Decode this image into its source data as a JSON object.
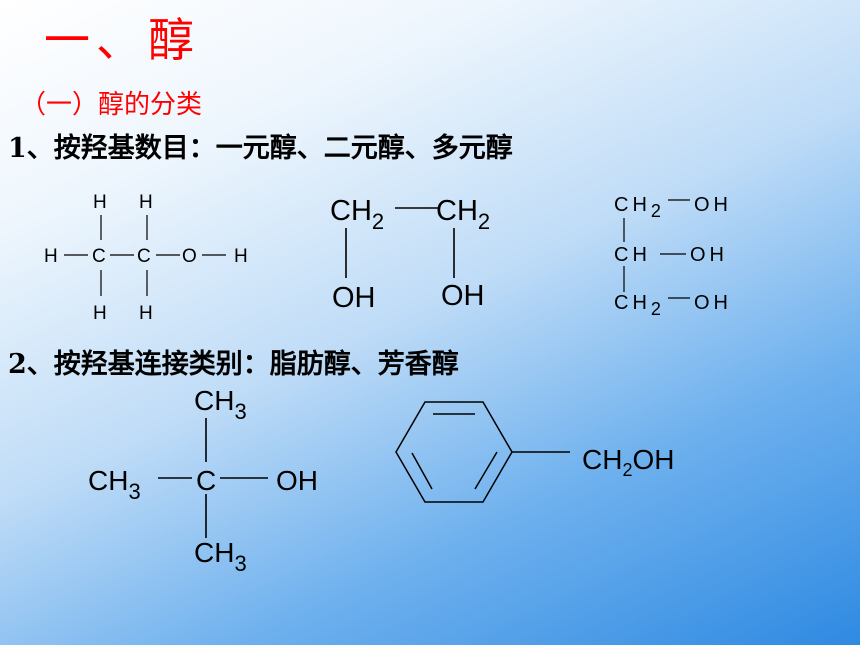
{
  "slide": {
    "title": "一、醇",
    "subtitle": "（一）醇的分类",
    "section1": "1、按羟基数目：一元醇、二元醇、多元醇",
    "section2": "2、按羟基连接类别：脂肪醇、芳香醇",
    "colors": {
      "title": "#ff0000",
      "text": "#000000",
      "background_top": "#ffffff",
      "background_bottom": "#2f8ae2"
    }
  },
  "ethanol": {
    "h_top_left": "H",
    "h_top_right": "H",
    "h_left": "H",
    "c1": "C",
    "c2": "C",
    "o": "O",
    "h_right": "H",
    "h_bottom_left": "H",
    "h_bottom_right": "H"
  },
  "ethylene_glycol": {
    "ch_left": "CH",
    "sub_left": "2",
    "ch_right": "CH",
    "sub_right": "2",
    "oh_left": "OH",
    "oh_right": "OH"
  },
  "glycerol": {
    "row1_ch": "CH",
    "row1_sub": "2",
    "row1_oh": "OH",
    "row2_ch": "CH",
    "row2_oh": "OH",
    "row3_ch": "CH",
    "row3_sub": "2",
    "row3_oh": "OH"
  },
  "tert_butanol": {
    "top_ch": "CH",
    "top_sub": "3",
    "left_ch": "CH",
    "left_sub": "3",
    "center": "C",
    "oh": "OH",
    "bottom_ch": "CH",
    "bottom_sub": "3"
  },
  "benzyl_alcohol": {
    "group": "CH",
    "group_sub": "2",
    "group_oh": "OH"
  }
}
